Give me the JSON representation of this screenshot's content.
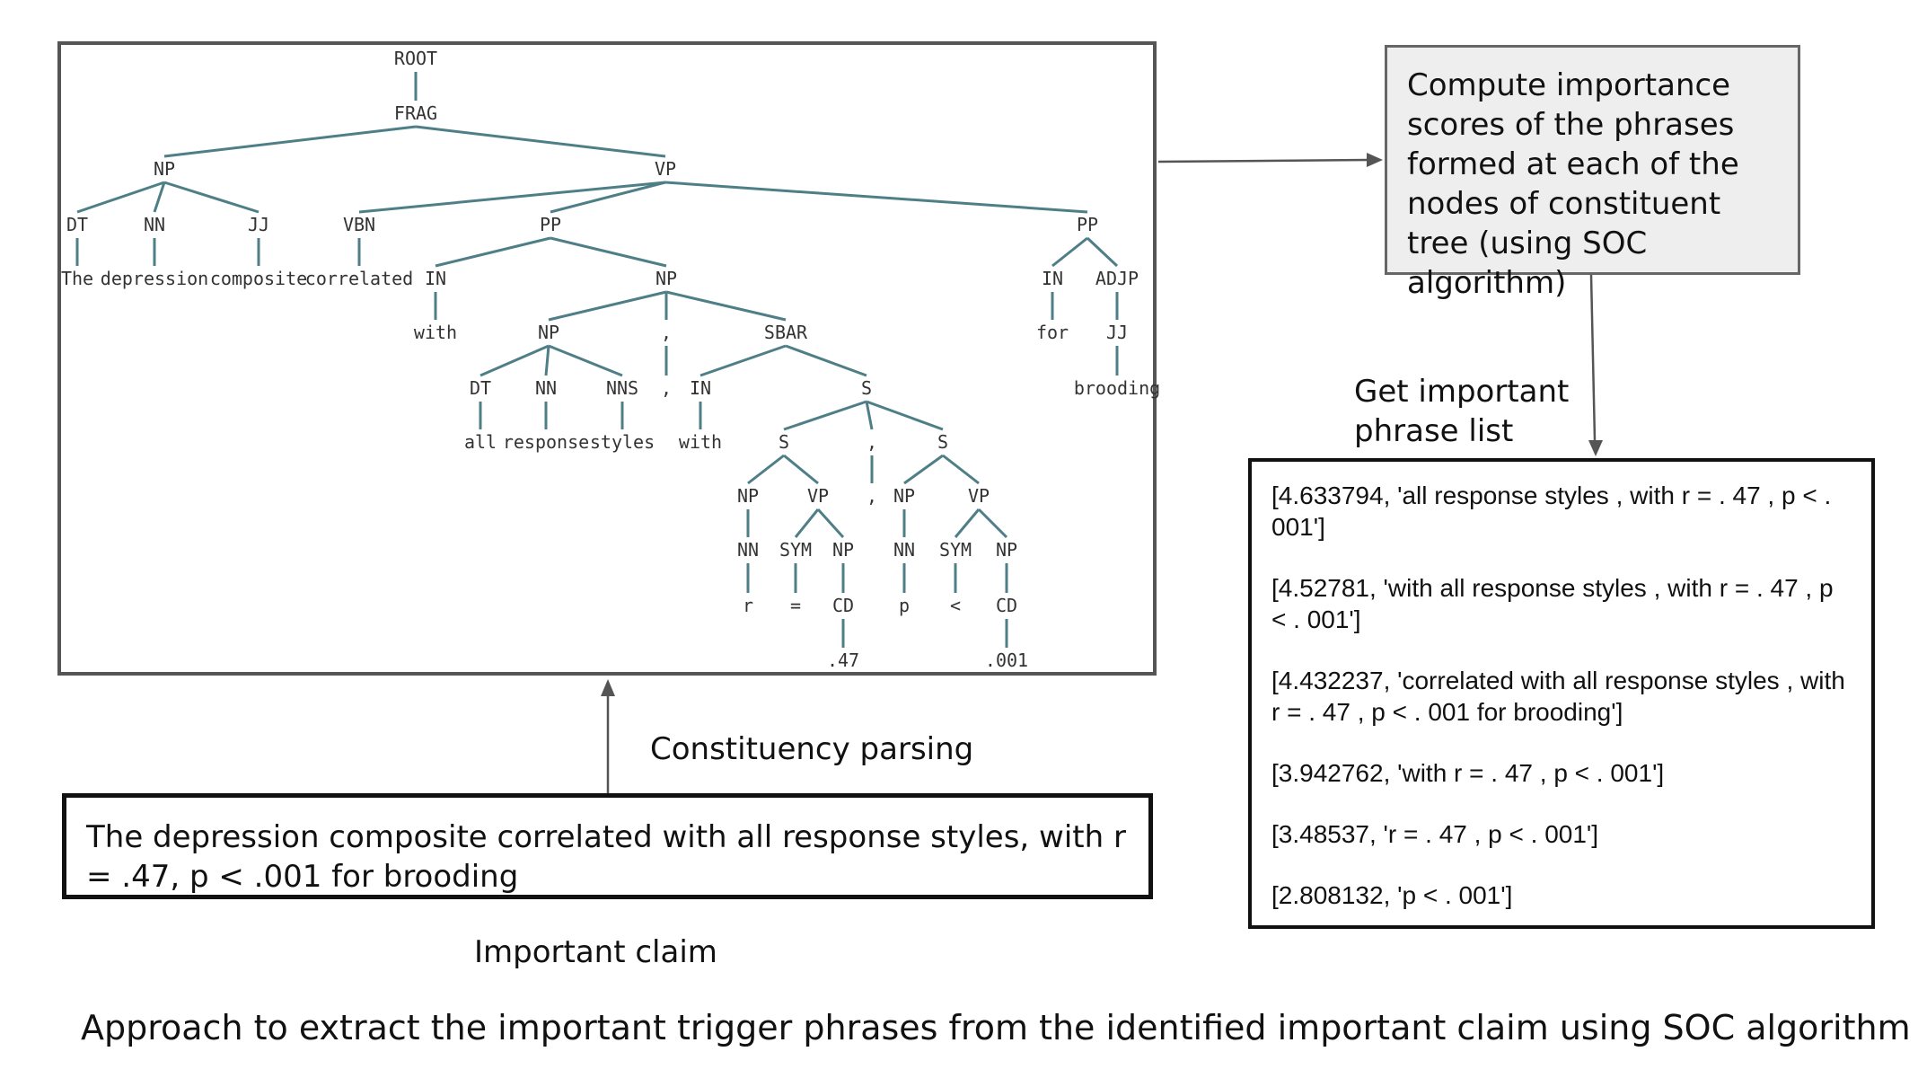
{
  "tree": {
    "nodes": [
      "ROOT",
      "FRAG",
      "NP",
      "VP",
      "DT",
      "NN",
      "JJ",
      "VBN",
      "PP",
      "PP",
      "The",
      "depression",
      "composite",
      "correlated",
      "IN",
      "NP",
      "IN",
      "ADJP",
      "with",
      "NP",
      ",",
      "SBAR",
      "for",
      "JJ",
      "DT",
      "NN",
      "NNS",
      ",",
      "IN",
      "S",
      "brooding",
      "all",
      "response",
      "styles",
      "with",
      "S",
      ",",
      "S",
      "NP",
      "VP",
      ",",
      "NP",
      "VP",
      "NN",
      "SYM",
      "NP",
      "NN",
      "SYM",
      "NP",
      "r",
      "=",
      "CD",
      "p",
      "<",
      "CD",
      ".47",
      ".001"
    ]
  },
  "labels": {
    "constituency": "Constituency parsing",
    "important_claim": "Important claim",
    "get_phrase_list": "Get important\nphrase list"
  },
  "claim_text": "The depression composite correlated with all response styles, with r = .47, p < .001 for brooding",
  "soc_text": "Compute importance scores of the phrases formed at each of the nodes of constituent tree (using SOC algorithm)",
  "phrases": [
    "[4.633794, 'all response styles , with r = . 47 , p < . 001']",
    "[4.52781, 'with all response styles , with r = . 47 , p < . 001']",
    "[4.432237, 'correlated with all response styles , with r = . 47 , p < . 001 for brooding']",
    "[3.942762, 'with r = . 47 , p < . 001']",
    "[3.48537, 'r = . 47 , p < . 001']",
    "[2.808132, 'p < . 001']"
  ],
  "caption": "Approach to extract the important trigger phrases from the identified important claim using SOC algorithm"
}
